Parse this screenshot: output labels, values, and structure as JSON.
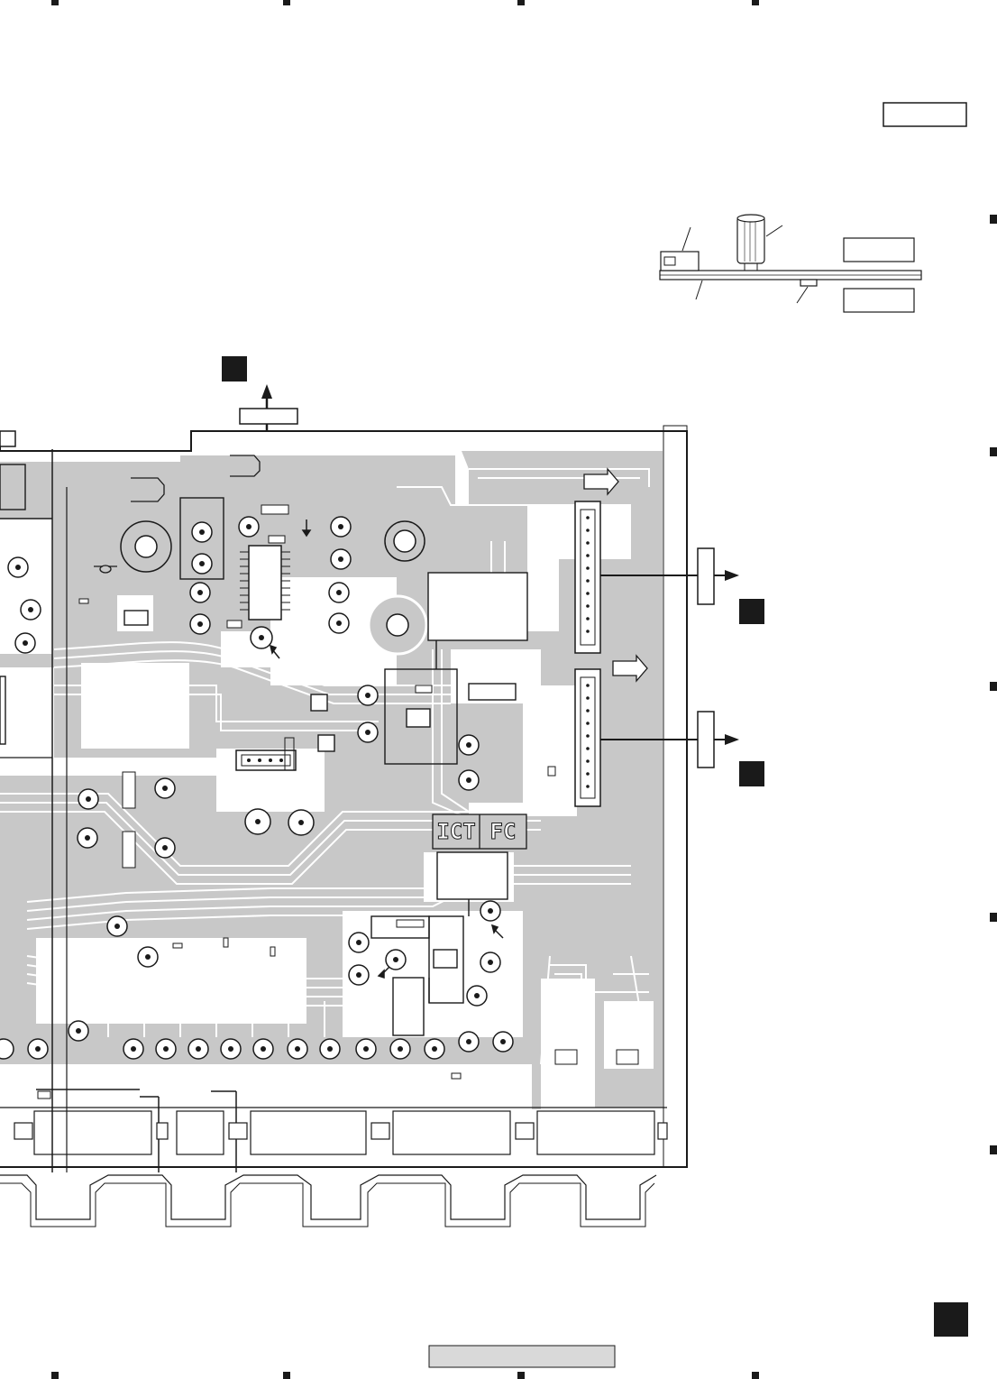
{
  "board": {
    "silkscreen_left": "ICT",
    "silkscreen_right": "FC"
  },
  "colors": {
    "copper": "#c8c8c8",
    "ink": "#1a1a1a",
    "paper": "#ffffff"
  },
  "icons": {
    "sheet_marker": "black-square",
    "signal_arrow": "arrow-right",
    "flow_arrow": "hollow-arrow-right"
  },
  "views": [
    "component-side",
    "solder-side"
  ]
}
